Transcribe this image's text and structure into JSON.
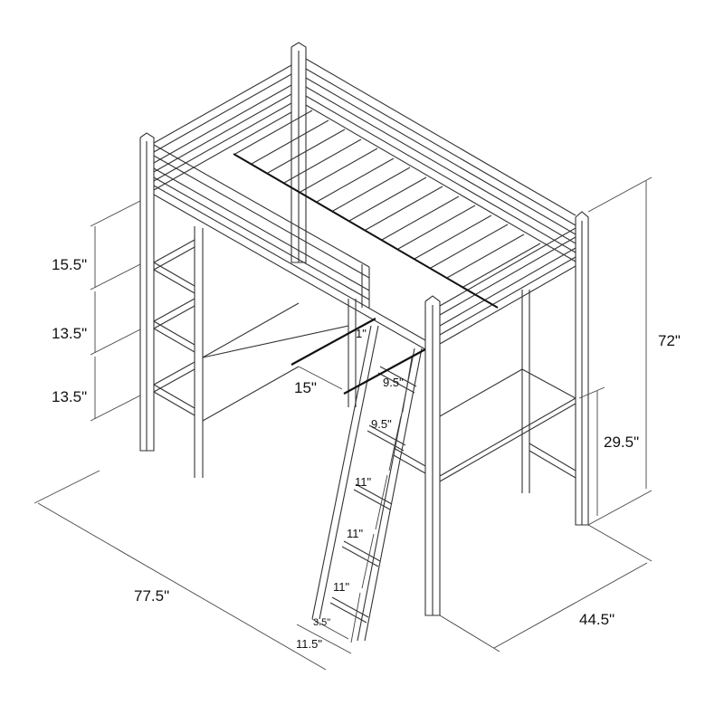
{
  "figure": {
    "subject": "Metal twin loft bed with desk, shelves and ladder",
    "units": "inches",
    "background_color": "#ffffff",
    "line_color": "#333333"
  },
  "dimensions": {
    "overall_length": "77.5\"",
    "overall_width": "44.5\"",
    "overall_height": "72\"",
    "desk_height": "29.5\"",
    "desk_depth": "15\"",
    "desk_offset": "1\"",
    "shelf_spacing_top": "15.5\"",
    "shelf_spacing_middle": "13.5\"",
    "shelf_spacing_bottom": "13.5\"",
    "ladder_rung_spacing": [
      "9.5\"",
      "9.5\"",
      "11\"",
      "11\"",
      "11\""
    ],
    "ladder_rail_depth": "3.5\"",
    "ladder_width": "11.5\""
  }
}
